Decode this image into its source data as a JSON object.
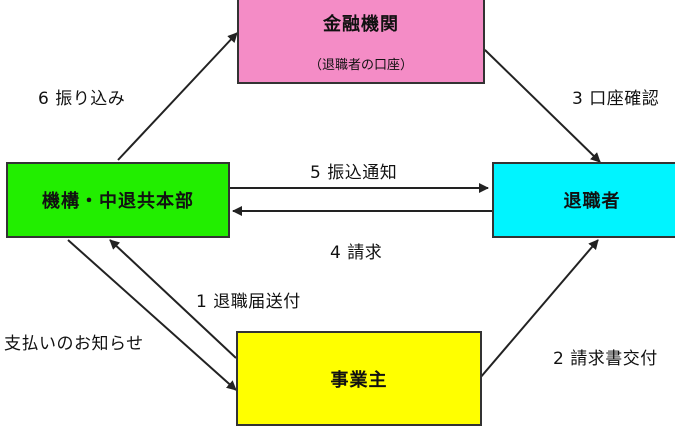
{
  "colors": {
    "bank": "#f48cc6",
    "org": "#22ee00",
    "retiree": "#00f4ff",
    "employer": "#ffff00",
    "stroke": "#333333",
    "arrow": "#222222"
  },
  "nodes": {
    "bank": {
      "title": "金融機関",
      "subtitle": "（退職者の口座）"
    },
    "org": {
      "title": "機構・中退共本部"
    },
    "retiree": {
      "title": "退職者"
    },
    "employer": {
      "title": "事業主"
    }
  },
  "edges": {
    "transfer": "6  振り込み",
    "account_check": "3  口座確認",
    "transfer_notice": "5  振込通知",
    "claim": "4  請求",
    "retirement_report": "1  退職届送付",
    "payment_notice": "支払いのお知らせ",
    "claim_form": "2  請求書交付"
  }
}
